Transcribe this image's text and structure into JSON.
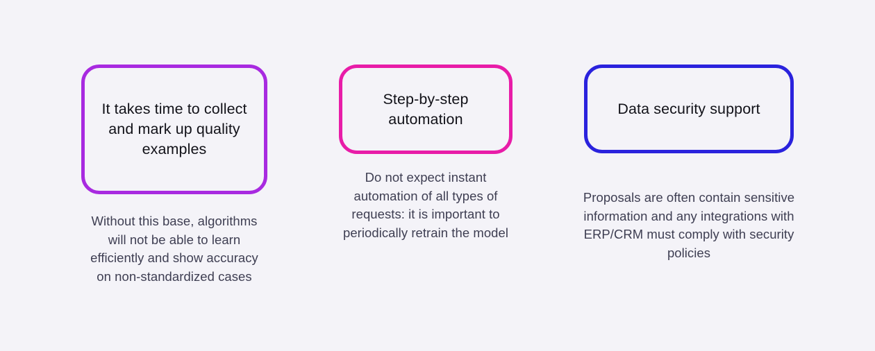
{
  "background_color": "#f4f3f8",
  "title_color": "#121219",
  "caption_color": "#3e3e52",
  "cards": [
    {
      "title": "It takes time to collect and mark up quality examples",
      "caption": "Without this base, algorithms will not be able to learn efficiently and show accuracy on non-standardized cases",
      "border_color": "#a82ae0",
      "accent_name": "purple"
    },
    {
      "title": "Step-by-step automation",
      "caption": "Do not expect instant automation of all types of requests: it is important to periodically retrain the model",
      "border_color": "#e81ca8",
      "accent_name": "pink"
    },
    {
      "title": "Data security support",
      "caption": "Proposals are often contain sensitive information and any integrations with ERP/CRM must comply with security policies",
      "border_color": "#2a22dd",
      "accent_name": "blue"
    }
  ]
}
